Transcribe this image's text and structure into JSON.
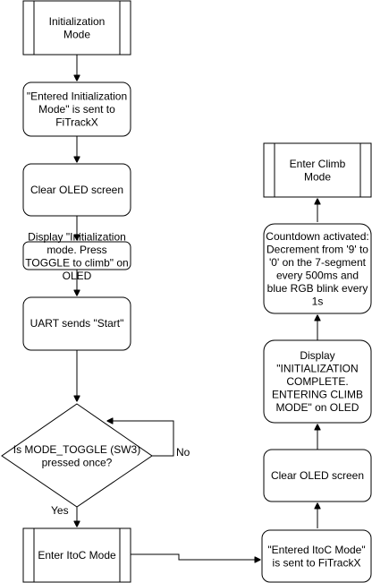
{
  "nodes": {
    "init_mode": {
      "lines": [
        "Initialization",
        "Mode"
      ]
    },
    "entered_init": {
      "lines": [
        "\"Entered Initialization",
        "Mode\" is sent to",
        "FiTrackX"
      ]
    },
    "clear_oled_1": {
      "lines": [
        "Clear OLED screen"
      ]
    },
    "display_init": {
      "lines": [
        "Display \"Initialization",
        "mode. Press",
        "TOGGLE to climb\" on",
        "OLED"
      ]
    },
    "uart_start": {
      "lines": [
        "UART sends \"Start\""
      ]
    },
    "decision": {
      "lines": [
        "Is MODE_TOGGLE (SW3)",
        "pressed once?"
      ]
    },
    "enter_itoc": {
      "lines": [
        "Enter ItoC Mode"
      ]
    },
    "entered_itoc": {
      "lines": [
        "\"Entered ItoC Mode\"",
        "is sent to FiTrackX"
      ]
    },
    "clear_oled_2": {
      "lines": [
        "Clear OLED screen"
      ]
    },
    "display_complete": {
      "lines": [
        "Display",
        "\"INITIALIZATION",
        "COMPLETE.",
        "ENTERING CLIMB",
        "MODE\" on OLED"
      ]
    },
    "countdown": {
      "lines": [
        "Countdown activated:",
        "Decrement from '9' to",
        "'0' on the 7-segment",
        "every 500ms and",
        "blue RGB blink every",
        "1s"
      ]
    },
    "enter_climb": {
      "lines": [
        "Enter Climb",
        "Mode"
      ]
    }
  },
  "edge_labels": {
    "no": "No",
    "yes": "Yes"
  }
}
